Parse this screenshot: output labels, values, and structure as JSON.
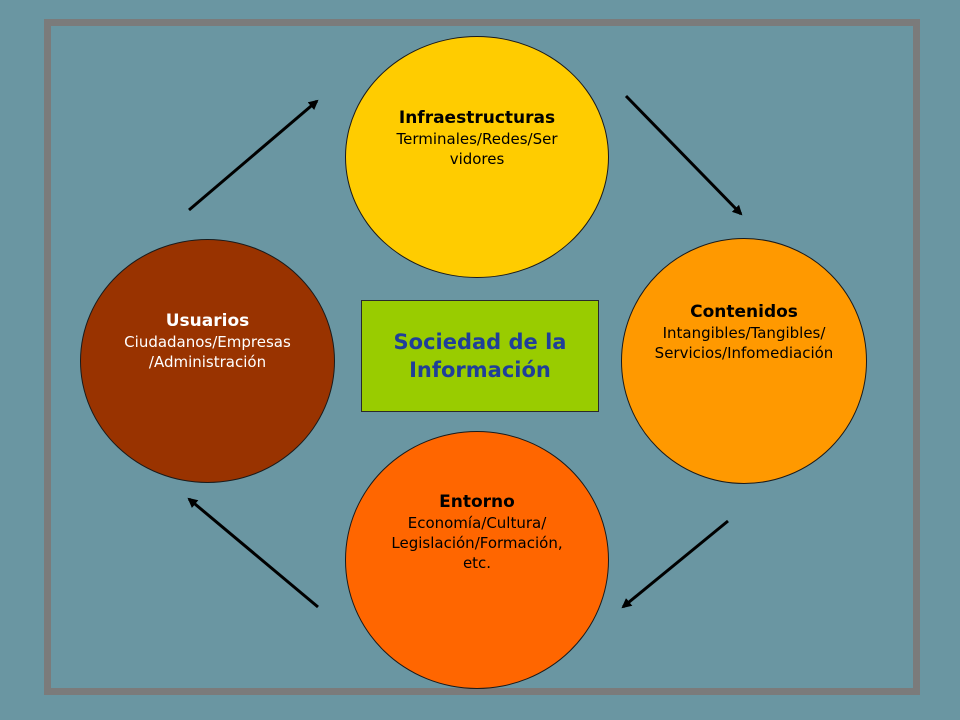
{
  "colors": {
    "background": "#6a96a2",
    "frame": "#7b7b7b",
    "infraestructuras": "#ffcc00",
    "contenidos": "#ff9900",
    "usuarios": "#993300",
    "entorno": "#ff6600",
    "center": "#99cc00",
    "center_text": "#1f3f99",
    "arrow": "#000000"
  },
  "center": {
    "line1": "Sociedad de la",
    "line2": "Información"
  },
  "nodes": {
    "infraestructuras": {
      "title": "Infraestructuras",
      "line1": "Terminales/Redes/Ser",
      "line2": "vidores"
    },
    "contenidos": {
      "title": "Contenidos",
      "line1": "Intangibles/Tangibles/",
      "line2": "Servicios/Infomediación"
    },
    "usuarios": {
      "title": "Usuarios",
      "line1": "Ciudadanos/Empresas",
      "line2": "/Administración"
    },
    "entorno": {
      "title": "Entorno",
      "line1": "Economía/Cultura/",
      "line2": "Legislación/Formación,",
      "line3": "etc."
    }
  }
}
